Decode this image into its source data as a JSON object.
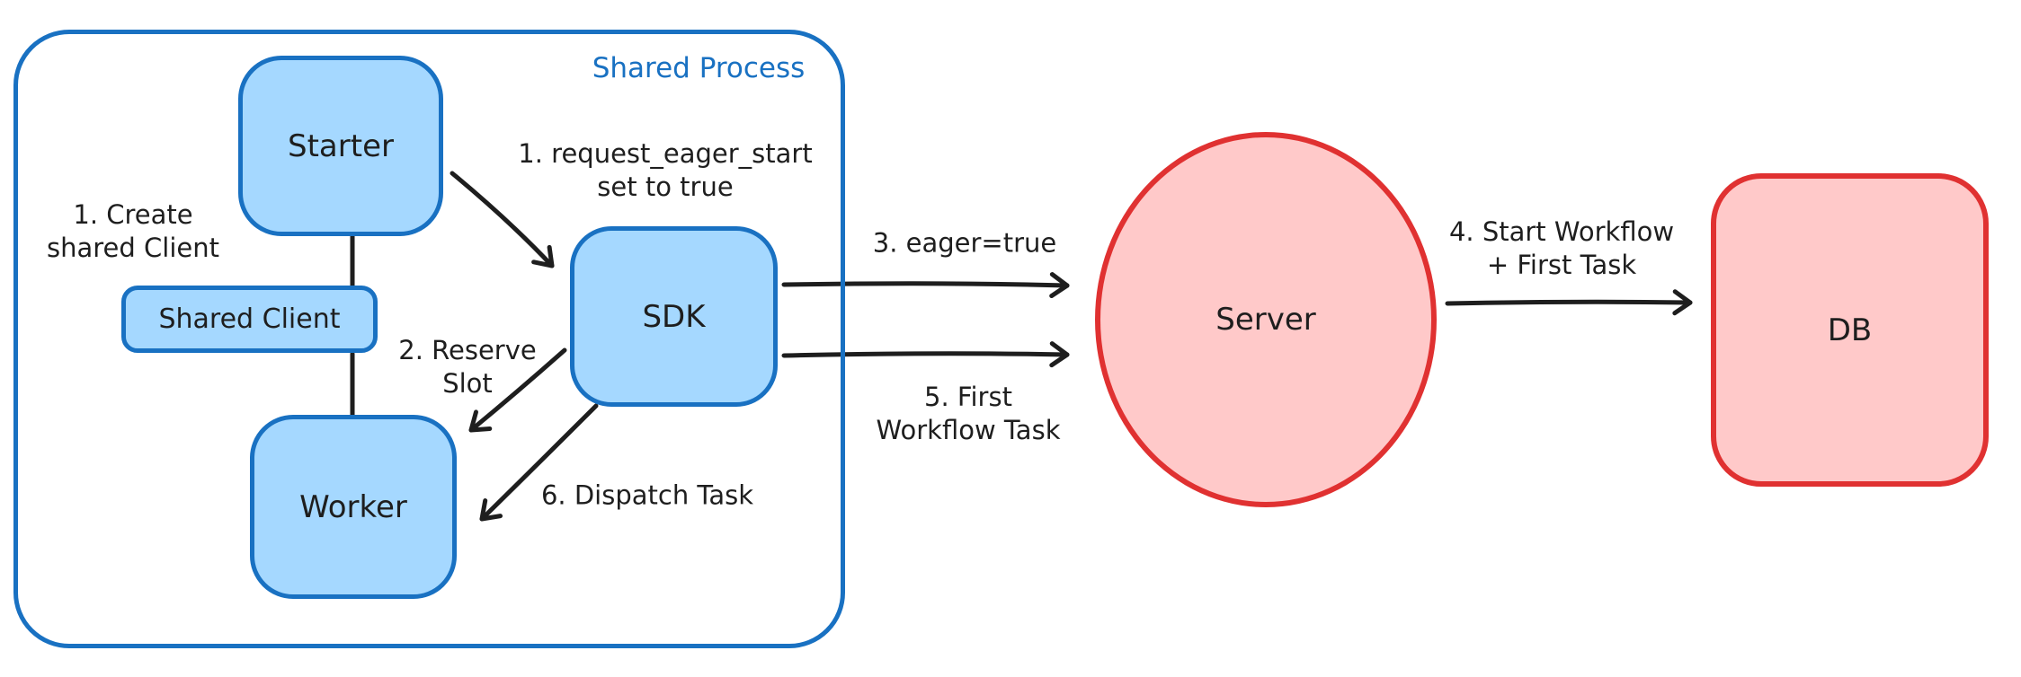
{
  "diagram": {
    "container": {
      "label": "Shared Process"
    },
    "nodes": {
      "starter": {
        "label": "Starter"
      },
      "shared_client": {
        "label": "Shared Client"
      },
      "worker": {
        "label": "Worker"
      },
      "sdk": {
        "label": "SDK"
      },
      "server": {
        "label": "Server"
      },
      "db": {
        "label": "DB"
      }
    },
    "annotations": {
      "create_shared_client": "1. Create\nshared Client",
      "request_eager_start": "1. request_eager_start\nset to true",
      "reserve_slot": "2. Reserve\nSlot",
      "eager_true": "3. eager=true",
      "start_workflow": "4. Start Workflow\n+ First Task",
      "first_workflow_task": "5. First\nWorkflow Task",
      "dispatch_task": "6. Dispatch Task"
    },
    "colors": {
      "blue_stroke": "#1971c2",
      "blue_fill": "#a5d8ff",
      "red_stroke": "#e03131",
      "red_fill": "#ffc9c9",
      "ink": "#1e1e1e",
      "background": "#ffffff"
    }
  }
}
